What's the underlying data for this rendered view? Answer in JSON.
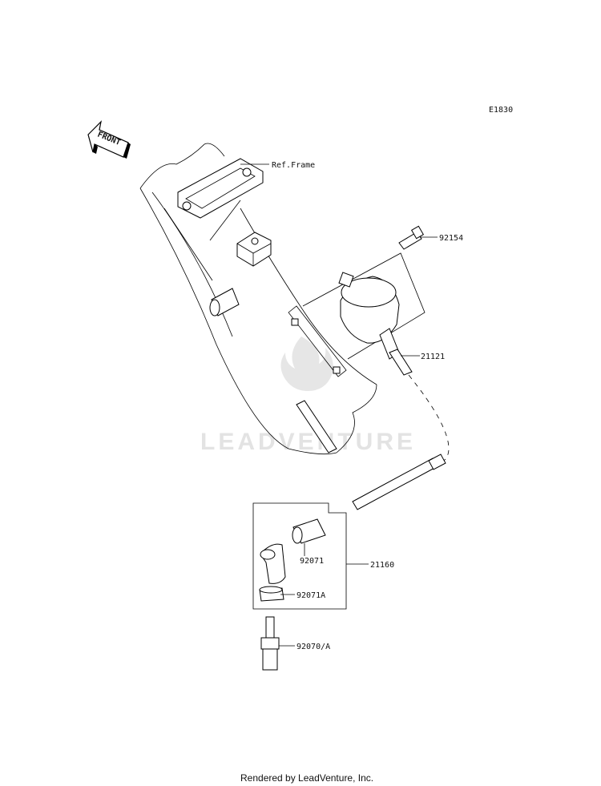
{
  "diagram_code": "E1830",
  "direction_label": "FRONT",
  "watermark": "LEADVENTURE",
  "footer": "Rendered by LeadVenture, Inc.",
  "labels": {
    "ref_frame": "Ref.Frame",
    "p92154": "92154",
    "p21121": "21121",
    "p21160": "21160",
    "p92071": "92071",
    "p92071A": "92071A",
    "p92070A": "92070/A"
  }
}
